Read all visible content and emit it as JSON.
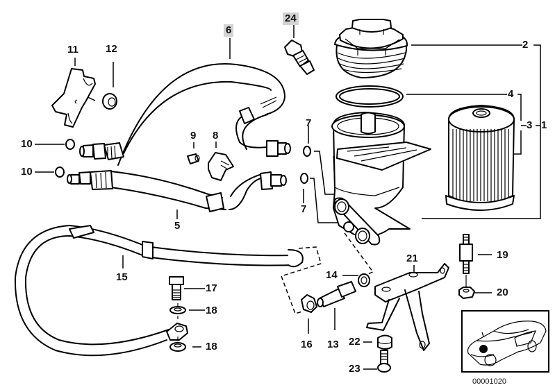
{
  "diagram": {
    "title": "Oil filter housing and oil cooler lines — exploded parts diagram",
    "reference_number": "00001020",
    "highlight_color": "#d3d3d3",
    "callouts": [
      {
        "id": "1",
        "part": "oil-filter-assembly"
      },
      {
        "id": "2",
        "part": "filter-cap"
      },
      {
        "id": "3",
        "part": "oil-filter-element-set"
      },
      {
        "id": "4",
        "part": "o-ring-cap"
      },
      {
        "id": "5",
        "part": "oil-cooler-return-line"
      },
      {
        "id": "6",
        "part": "oil-cooler-feed-line",
        "highlighted": true
      },
      {
        "id": "7",
        "part": "seal-ring"
      },
      {
        "id": "7",
        "part": "seal-ring"
      },
      {
        "id": "8",
        "part": "holder-plate"
      },
      {
        "id": "9",
        "part": "nut"
      },
      {
        "id": "10",
        "part": "o-ring"
      },
      {
        "id": "10",
        "part": "o-ring"
      },
      {
        "id": "11",
        "part": "hose-bracket"
      },
      {
        "id": "12",
        "part": "hex-nut"
      },
      {
        "id": "13",
        "part": "hose-nozzle"
      },
      {
        "id": "14",
        "part": "seal-ring"
      },
      {
        "id": "15",
        "part": "vent-hose"
      },
      {
        "id": "16",
        "part": "hose-clamp"
      },
      {
        "id": "17",
        "part": "banjo-bolt"
      },
      {
        "id": "18",
        "part": "gasket-ring"
      },
      {
        "id": "18",
        "part": "gasket-ring"
      },
      {
        "id": "19",
        "part": "stud-mount"
      },
      {
        "id": "20",
        "part": "collar-nut"
      },
      {
        "id": "21",
        "part": "bracket"
      },
      {
        "id": "22",
        "part": "rubber-mount"
      },
      {
        "id": "23",
        "part": "screw"
      },
      {
        "id": "24",
        "part": "oil-pressure-switch",
        "highlighted": true
      }
    ]
  },
  "labels": {
    "l1": "1",
    "l2": "2",
    "l3": "3",
    "l4": "4",
    "l5": "5",
    "l6": "6",
    "l7a": "7",
    "l7b": "7",
    "l8": "8",
    "l9": "9",
    "l10a": "10",
    "l10b": "10",
    "l11": "11",
    "l12": "12",
    "l13": "13",
    "l14": "14",
    "l15": "15",
    "l16": "16",
    "l17": "17",
    "l18a": "18",
    "l18b": "18",
    "l19": "19",
    "l20": "20",
    "l21": "21",
    "l22": "22",
    "l23": "23",
    "l24": "24"
  },
  "inset": {
    "description": "Vehicle location view — engine bay marker",
    "marker_color": "#000000"
  }
}
